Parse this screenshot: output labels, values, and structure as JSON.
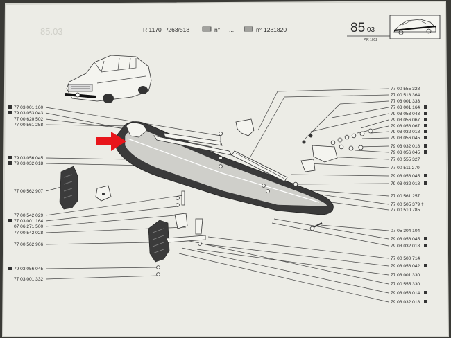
{
  "header": {
    "ref": "R 1170",
    "variant": "/263/518",
    "no_label": "n°",
    "dots": "...",
    "no_label2": "n°",
    "serial": "1281820",
    "section": "85",
    "section_sub": ".03",
    "pr_code": "P.R 1012"
  },
  "ghost_text": "85.03",
  "colors": {
    "paper": "#ededE8",
    "arrow": "#e8151b",
    "ink": "#2a2a2a",
    "background": "#3a3a36"
  },
  "labels_left": [
    {
      "mark": true,
      "text": "77 03 001 160"
    },
    {
      "mark": true,
      "text": "79 03 053 043"
    },
    {
      "mark": false,
      "text": "77 00 620 502"
    },
    {
      "mark": false,
      "text": "77 00 561 258"
    },
    {
      "mark": true,
      "text": "79 03 056 045"
    },
    {
      "mark": true,
      "text": "79 03 032 018"
    },
    {
      "mark": false,
      "text": "77 00 562 907"
    },
    {
      "mark": false,
      "text": "77 00 542 029"
    },
    {
      "mark": true,
      "text": "77 03 001 164"
    },
    {
      "mark": false,
      "text": "07 06 271 500"
    },
    {
      "mark": false,
      "text": "77 00 542 028"
    },
    {
      "mark": false,
      "text": "77 00 562 906"
    },
    {
      "mark": true,
      "text": "79 03 056 045"
    },
    {
      "mark": false,
      "text": "77 03 001 332"
    }
  ],
  "labels_right": [
    {
      "text": "77 00 555 328",
      "mark": false
    },
    {
      "text": "77 00 518 364",
      "mark": false
    },
    {
      "text": "77 03 001 333",
      "mark": false
    },
    {
      "text": "77 03 001 164",
      "mark": true
    },
    {
      "text": "79 03 053 043",
      "mark": true
    },
    {
      "text": "79 03 056 067",
      "mark": true
    },
    {
      "text": "79 03 056 067",
      "mark": true
    },
    {
      "text": "79 03 032 018",
      "mark": true
    },
    {
      "text": "79 03 056 045",
      "mark": true
    },
    {
      "text": "79 03 032 018",
      "mark": true
    },
    {
      "text": "79 03 056 045",
      "mark": true
    },
    {
      "text": "77 00 555 327",
      "mark": false
    },
    {
      "text": "77 00 511 270",
      "mark": false
    },
    {
      "text": "79 03 056 045",
      "mark": true
    },
    {
      "text": "79 03 032 018",
      "mark": true
    },
    {
      "text": "77 00 561 257",
      "mark": false
    },
    {
      "text": "77 00 505 379 †",
      "mark": false
    },
    {
      "text": "77 00 510 785",
      "mark": false
    },
    {
      "text": "07 05 304 104",
      "mark": false
    },
    {
      "text": "79 03 056 045",
      "mark": true
    },
    {
      "text": "79 03 032 018",
      "mark": true
    },
    {
      "text": "77 00 500 714",
      "mark": false
    },
    {
      "text": "79 03 056 042",
      "mark": true
    },
    {
      "text": "77 03 001 330",
      "mark": false
    },
    {
      "text": "77 00 555 330",
      "mark": false
    },
    {
      "text": "79 03 056 014",
      "mark": true
    },
    {
      "text": "79 03 032 018",
      "mark": true
    }
  ]
}
